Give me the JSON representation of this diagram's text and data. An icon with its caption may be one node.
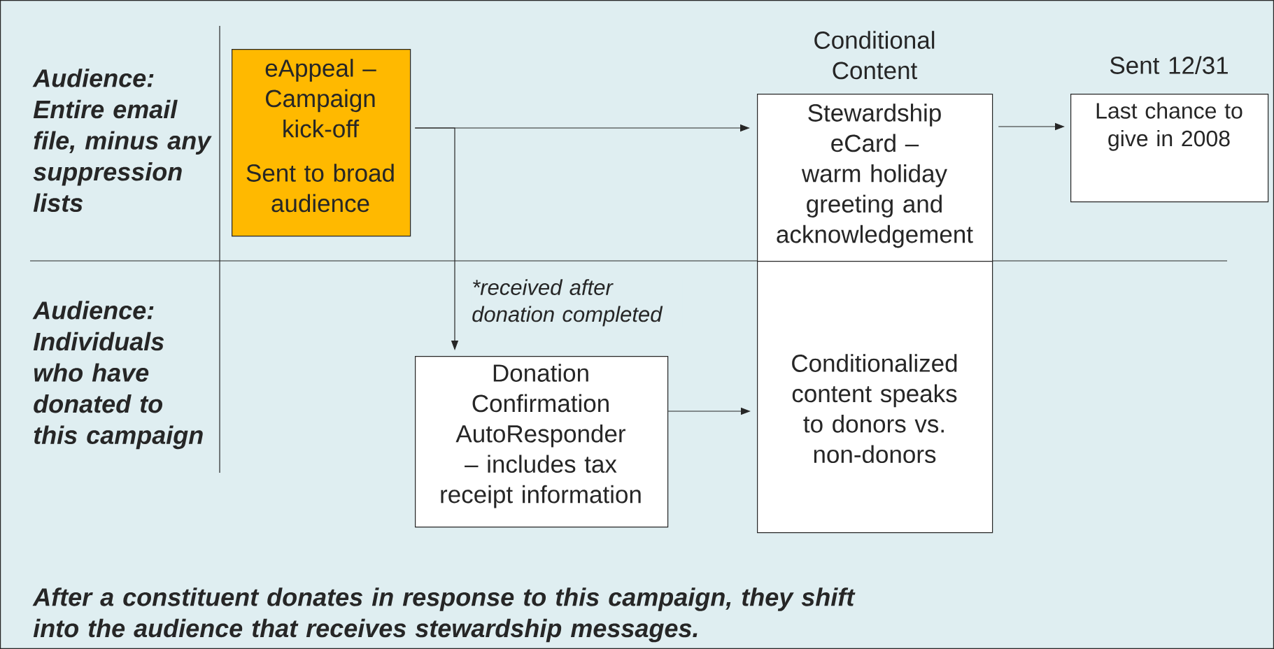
{
  "diagram": {
    "nodes": [
      {
        "text": [
          "eAppeal – Campaign kick-off",
          "Sent to broad audience"
        ]
      },
      {
        "text": [
          "Conditional Content",
          "Stewardship eCard – warm holiday greeting and acknowledgement"
        ]
      },
      {
        "text": [
          "Sent 12/31",
          "Last chance to give in 2008"
        ]
      },
      {
        "text": [
          "Donation Confirmation AutoResponder – includes tax receipt information"
        ]
      },
      {
        "text": [
          "Conditionalized content speaks to donors vs. non-donors"
        ]
      }
    ],
    "edges": [
      {
        "from": 0,
        "to": 1,
        "arrow": "to"
      },
      {
        "from": 0,
        "to": 3,
        "arrow": "to",
        "label": "*received after donation completed"
      },
      {
        "from": 1,
        "to": 2,
        "arrow": "to"
      },
      {
        "from": 3,
        "to": 4,
        "arrow": "to"
      }
    ],
    "labels": [
      "Audience: Entire email file, minus any suppression lists",
      "Audience: Individuals who have donated to this campaign",
      "After a constituent donates in response to this campaign, they shift into the audience that receives stewardship messages."
    ]
  }
}
